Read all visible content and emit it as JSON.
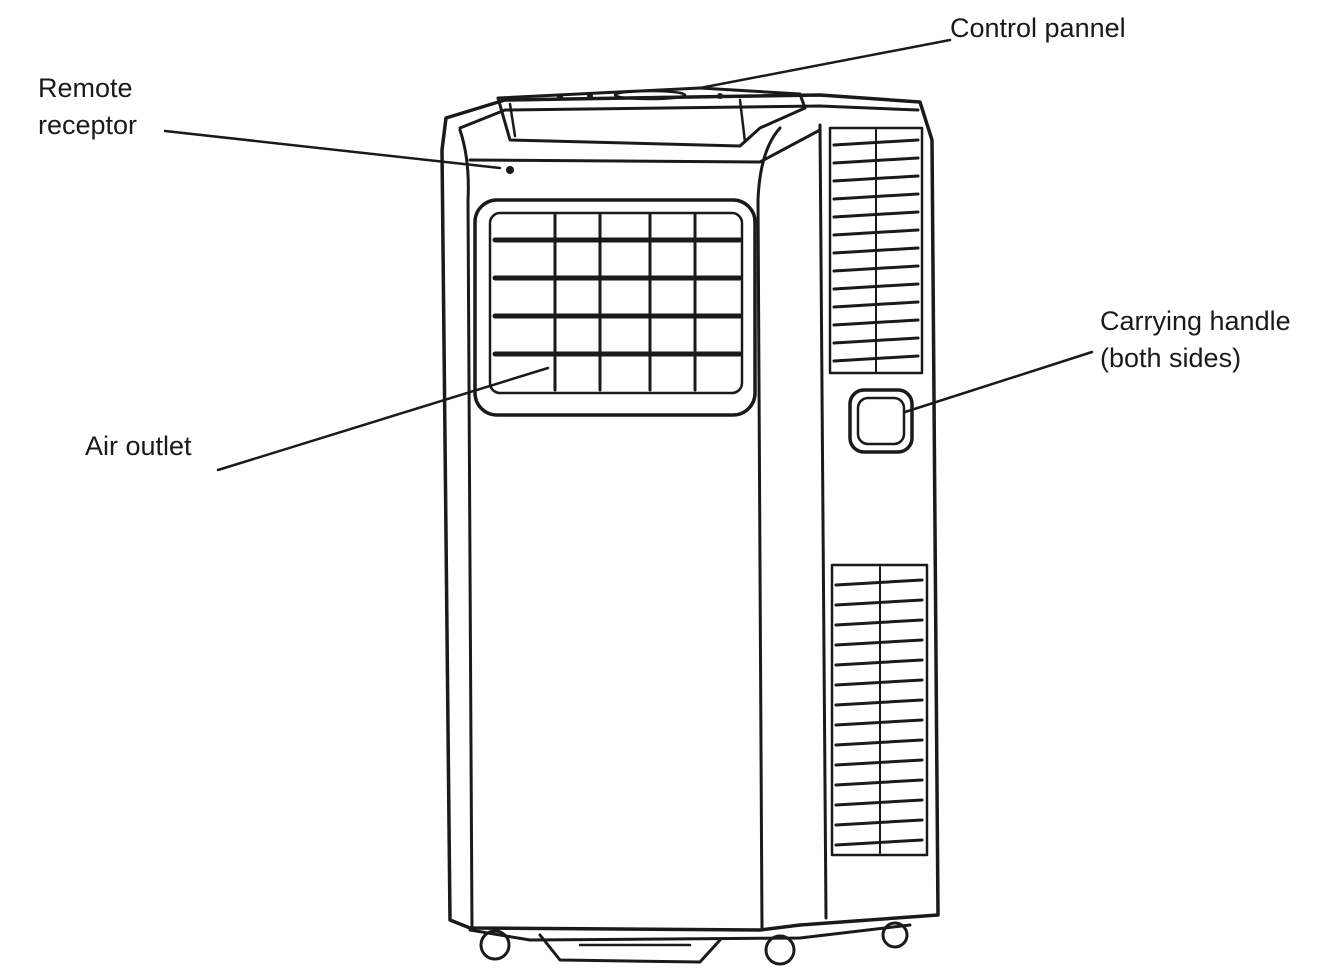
{
  "colors": {
    "line": "#1a1a1a",
    "background": "#ffffff"
  },
  "labels": {
    "control_panel": "Control pannel",
    "remote_receptor": [
      "Remote",
      "receptor"
    ],
    "carrying_handle": [
      "Carrying handle",
      "(both sides)"
    ],
    "air_outlet": "Air outlet"
  }
}
